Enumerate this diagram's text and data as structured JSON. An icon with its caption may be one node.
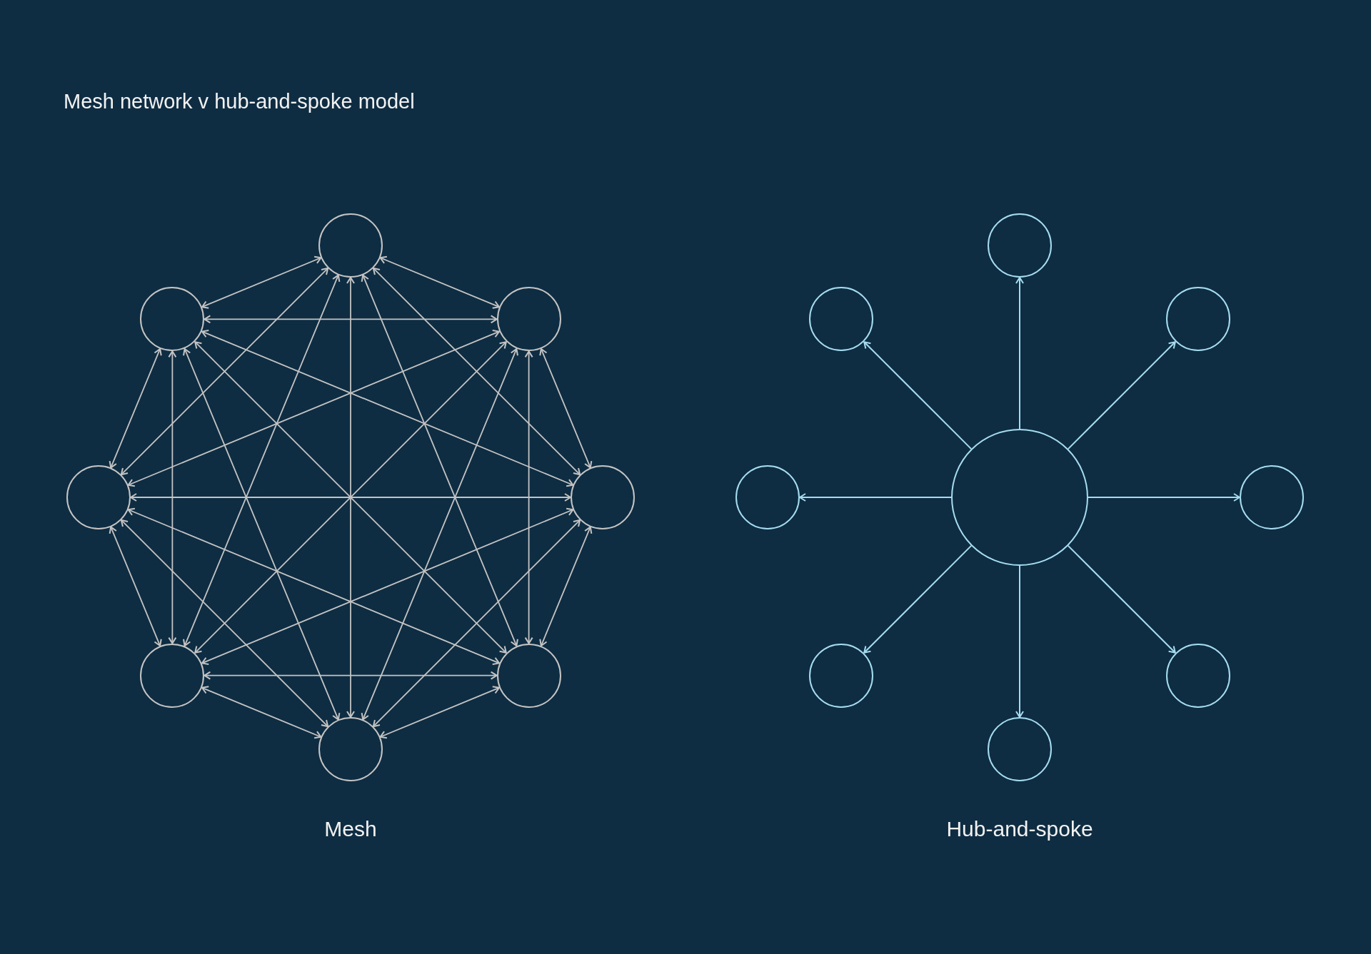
{
  "diagram": {
    "title": "Mesh network v hub-and-spoke model",
    "nodes": [
      {
        "text": [],
        "shape": "circle"
      },
      {
        "text": [],
        "shape": "circle"
      },
      {
        "text": [],
        "shape": "circle"
      },
      {
        "text": [],
        "shape": "circle"
      },
      {
        "text": [],
        "shape": "circle"
      },
      {
        "text": [],
        "shape": "circle"
      },
      {
        "text": [],
        "shape": "circle"
      },
      {
        "text": [],
        "shape": "circle"
      },
      {
        "text": [],
        "shape": "circle"
      },
      {
        "text": [],
        "shape": "circle"
      },
      {
        "text": [],
        "shape": "circle"
      },
      {
        "text": [],
        "shape": "circle"
      },
      {
        "text": [],
        "shape": "circle"
      },
      {
        "text": [],
        "shape": "circle"
      },
      {
        "text": [],
        "shape": "circle"
      },
      {
        "text": [],
        "shape": "circle"
      },
      {
        "text": [],
        "shape": "circle"
      }
    ],
    "edges": [
      {
        "from": 0,
        "to": 1,
        "arrow": "both"
      },
      {
        "from": 0,
        "to": 2,
        "arrow": "both"
      },
      {
        "from": 0,
        "to": 3,
        "arrow": "both"
      },
      {
        "from": 0,
        "to": 4,
        "arrow": "both"
      },
      {
        "from": 0,
        "to": 5,
        "arrow": "both"
      },
      {
        "from": 0,
        "to": 6,
        "arrow": "both"
      },
      {
        "from": 0,
        "to": 7,
        "arrow": "both"
      },
      {
        "from": 1,
        "to": 2,
        "arrow": "both"
      },
      {
        "from": 1,
        "to": 3,
        "arrow": "both"
      },
      {
        "from": 1,
        "to": 4,
        "arrow": "both"
      },
      {
        "from": 1,
        "to": 5,
        "arrow": "both"
      },
      {
        "from": 1,
        "to": 6,
        "arrow": "both"
      },
      {
        "from": 1,
        "to": 7,
        "arrow": "both"
      },
      {
        "from": 2,
        "to": 3,
        "arrow": "both"
      },
      {
        "from": 2,
        "to": 4,
        "arrow": "both"
      },
      {
        "from": 2,
        "to": 5,
        "arrow": "both"
      },
      {
        "from": 2,
        "to": 6,
        "arrow": "both"
      },
      {
        "from": 2,
        "to": 7,
        "arrow": "both"
      },
      {
        "from": 3,
        "to": 4,
        "arrow": "both"
      },
      {
        "from": 3,
        "to": 5,
        "arrow": "both"
      },
      {
        "from": 3,
        "to": 6,
        "arrow": "both"
      },
      {
        "from": 3,
        "to": 7,
        "arrow": "both"
      },
      {
        "from": 4,
        "to": 5,
        "arrow": "both"
      },
      {
        "from": 4,
        "to": 6,
        "arrow": "both"
      },
      {
        "from": 4,
        "to": 7,
        "arrow": "both"
      },
      {
        "from": 5,
        "to": 6,
        "arrow": "both"
      },
      {
        "from": 5,
        "to": 7,
        "arrow": "both"
      },
      {
        "from": 6,
        "to": 7,
        "arrow": "both"
      },
      {
        "from": 8,
        "to": 9,
        "arrow": "to",
        "color": "#a6dcf0"
      },
      {
        "from": 8,
        "to": 10,
        "arrow": "to",
        "color": "#a6dcf0"
      },
      {
        "from": 8,
        "to": 11,
        "arrow": "to",
        "color": "#a6dcf0"
      },
      {
        "from": 8,
        "to": 12,
        "arrow": "to",
        "color": "#a6dcf0"
      },
      {
        "from": 8,
        "to": 13,
        "arrow": "to",
        "color": "#a6dcf0"
      },
      {
        "from": 8,
        "to": 14,
        "arrow": "to",
        "color": "#a6dcf0"
      },
      {
        "from": 8,
        "to": 15,
        "arrow": "to",
        "color": "#a6dcf0"
      },
      {
        "from": 8,
        "to": 16,
        "arrow": "to",
        "color": "#a6dcf0"
      }
    ],
    "labels": [
      "Mesh",
      "Hub-and-spoke"
    ]
  }
}
